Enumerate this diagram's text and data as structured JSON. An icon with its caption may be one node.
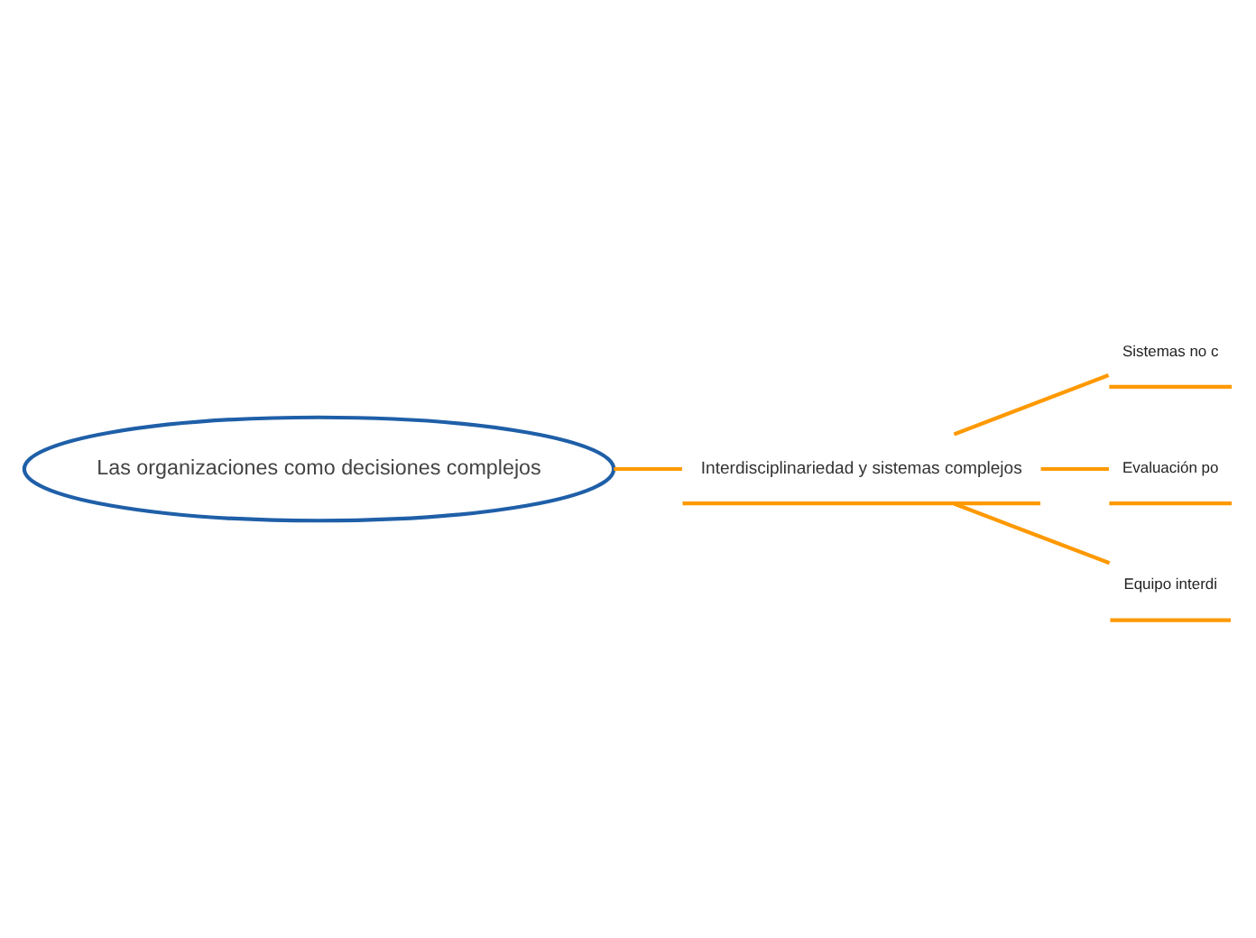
{
  "diagram": {
    "nodes": [
      {
        "text": [
          "Las organizaciones como decisiones complejos"
        ]
      },
      {
        "text": [
          "Interdisciplinariedad y sistemas complejos"
        ]
      },
      {
        "text": [
          "Sistemas no c"
        ]
      },
      {
        "text": [
          "Evaluación po"
        ]
      },
      {
        "text": [
          "Equipo interdi"
        ]
      }
    ],
    "edges": [
      {
        "from": 0,
        "to": 1,
        "arrow": "none"
      },
      {
        "from": 1,
        "to": 2,
        "arrow": "none"
      },
      {
        "from": 1,
        "to": 3,
        "arrow": "none"
      },
      {
        "from": 1,
        "to": 4,
        "arrow": "none"
      }
    ]
  }
}
